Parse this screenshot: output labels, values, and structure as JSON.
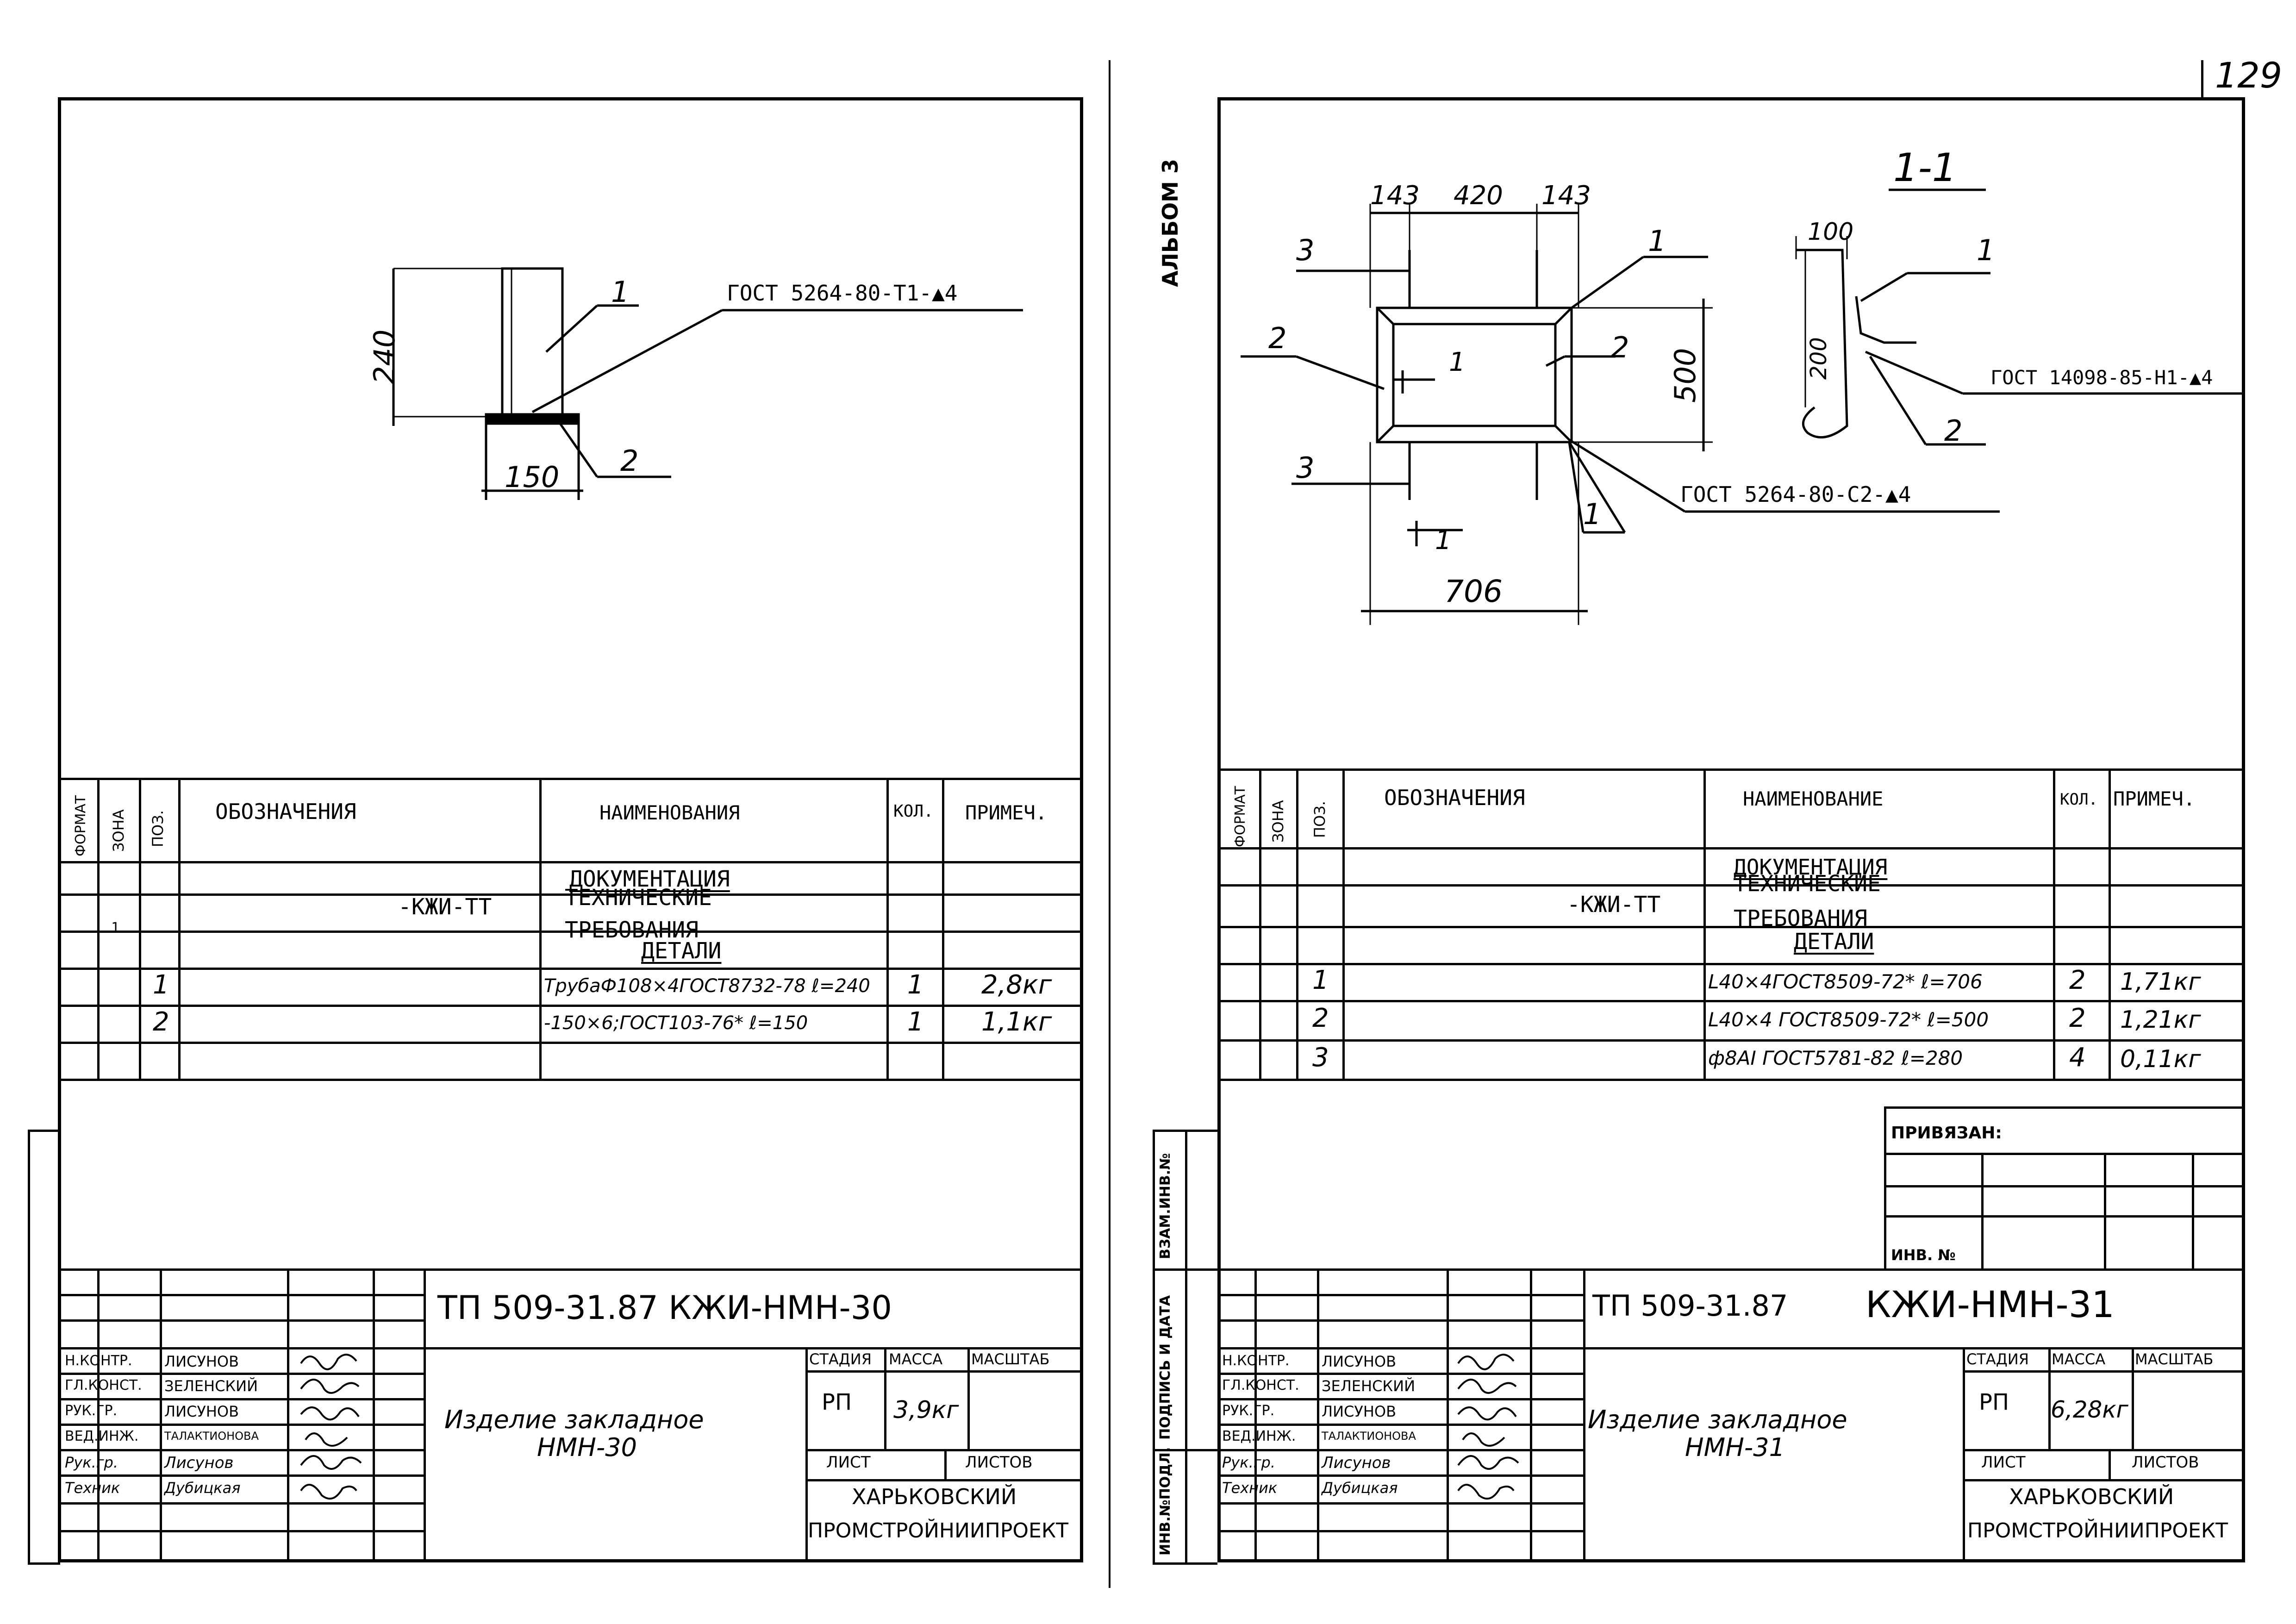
{
  "page_number": "129",
  "album_label": "АЛЬБОМ 3",
  "left": {
    "drawing": {
      "dim_height": "240",
      "dim_width": "150",
      "callout_1": "1",
      "callout_2": "2",
      "weld_note": "ГОСТ 5264-80-Т1-▲4"
    },
    "spec_headers": {
      "format": "ФОРМАТ",
      "zone": "ЗОНА",
      "pos": "ПОЗ.",
      "designation": "ОБОЗНАЧЕНИЯ",
      "name": "НАИМЕНОВАНИЯ",
      "qty": "КОЛ.",
      "note": "ПРИМЕЧ."
    },
    "spec_rows": {
      "documentation": "ДОКУМЕНТАЦИЯ",
      "designation": "-КЖИ-ТТ",
      "zone_mark": "1",
      "tech_req_1": "ТЕХНИЧЕСКИЕ",
      "tech_req_2": "ТРЕБОВАНИЯ",
      "details": "ДЕТАЛИ",
      "row1_pos": "1",
      "row1_name": "ТрубаФ108×4ГОСТ8732-78 ℓ=240",
      "row1_qty": "1",
      "row1_note": "2,8кг",
      "row2_pos": "2",
      "row2_name": "-150×6;ГОСТ103-76* ℓ=150",
      "row2_qty": "1",
      "row2_note": "1,1кг"
    },
    "title_block": {
      "code": "ТП 509-31.87 КЖИ-НМН-30",
      "roles": [
        "Н.КОНТР.",
        "ГЛ.КОНСТ.",
        "РУК.ГР.",
        "ВЕД.ИНЖ.",
        "Рук.гр.",
        "Техник"
      ],
      "names": [
        "ЛИСУНОВ",
        "ЗЕЛЕНСКИЙ",
        "ЛИСУНОВ",
        "ТАЛАКТИОНОВА",
        "Лисунов",
        "Дубицкая"
      ],
      "item_name_1": "Изделие закладное",
      "item_name_2": "НМН-30",
      "stage_label": "СТАДИЯ",
      "mass_label": "МАССА",
      "scale_label": "МАСШТАБ",
      "stage": "РП",
      "mass": "3,9кг",
      "sheet_label": "ЛИСТ",
      "sheets_label": "ЛИСТОВ",
      "org_1": "ХАРЬКОВСКИЙ",
      "org_2": "ПРОМСТРОЙНИИПРОЕКТ"
    }
  },
  "right": {
    "drawing": {
      "dim_143a": "143",
      "dim_420": "420",
      "dim_143b": "143",
      "dim_500": "500",
      "dim_706": "706",
      "callout_1_top": "1",
      "callout_2_left": "2",
      "callout_2_right": "2",
      "callout_3_top": "3",
      "callout_3_bottom": "3",
      "callout_1_bottom": "1",
      "section_mark_top": "1",
      "section_mark_bottom": "1",
      "weld_note": "ГОСТ 5264-80-С2-▲4",
      "section_title": "1-1",
      "section_dim_100": "100",
      "section_dim_200": "200",
      "section_callout_1": "1",
      "section_callout_2": "2",
      "section_weld_note": "ГОСТ 14098-85-Н1-▲4"
    },
    "spec_headers": {
      "format": "ФОРМАТ",
      "zone": "ЗОНА",
      "pos": "ПОЗ.",
      "designation": "ОБОЗНАЧЕНИЯ",
      "name": "НАИМЕНОВАНИЕ",
      "qty": "КОЛ.",
      "note": "ПРИМЕЧ."
    },
    "spec_rows": {
      "documentation": "ДОКУМЕНТАЦИЯ",
      "designation": "-КЖИ-ТТ",
      "tech_req_1": "ТЕХНИЧЕСКИЕ",
      "tech_req_2": "ТРЕБОВАНИЯ",
      "details": "ДЕТАЛИ",
      "row1_pos": "1",
      "row1_name": "L40×4ГОСТ8509-72* ℓ=706",
      "row1_qty": "2",
      "row1_note": "1,71кг",
      "row2_pos": "2",
      "row2_name": "L40×4 ГОСТ8509-72* ℓ=500",
      "row2_qty": "2",
      "row2_note": "1,21кг",
      "row3_pos": "3",
      "row3_name": "ф8АI ГОСТ5781-82 ℓ=280",
      "row3_qty": "4",
      "row3_note": "0,11кг"
    },
    "binding": {
      "bound_label": "ПРИВЯЗАН:",
      "inv_no_label": "ИНВ. №"
    },
    "side_stamp": {
      "inv_orig": "ИНВ.№ПОДЛ.",
      "signature_date": "ПОДПИСЬ И ДАТА",
      "replace_inv": "ВЗАМ.ИНВ.№"
    },
    "title_block": {
      "code_prefix": "ТП 509-31.87",
      "code_suffix": "КЖИ-НМН-31",
      "roles": [
        "Н.КОНТР.",
        "ГЛ.КОНСТ.",
        "РУК.ГР.",
        "ВЕД.ИНЖ.",
        "Рук.гр.",
        "Техник"
      ],
      "names": [
        "ЛИСУНОВ",
        "ЗЕЛЕНСКИЙ",
        "ЛИСУНОВ",
        "ТАЛАКТИОНОВА",
        "Лисунов",
        "Дубицкая"
      ],
      "item_name_1": "Изделие закладное",
      "item_name_2": "НМН-31",
      "stage_label": "СТАДИЯ",
      "mass_label": "МАССА",
      "scale_label": "МАСШТАБ",
      "stage": "РП",
      "mass": "6,28кг",
      "sheet_label": "ЛИСТ",
      "sheets_label": "ЛИСТОВ",
      "org_1": "ХАРЬКОВСКИЙ",
      "org_2": "ПРОМСТРОЙНИИПРОЕКТ"
    }
  }
}
